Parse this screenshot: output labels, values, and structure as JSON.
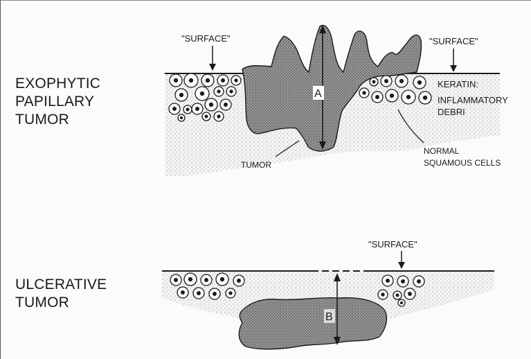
{
  "exophytic": {
    "title": "EXOPHYTIC\nPAPILLARY\nTUMOR",
    "surface_left": "\"SURFACE\"",
    "surface_right": "\"SURFACE\"",
    "keratin": "KERATIN:",
    "inflammatory_1": "INFLAMMATORY",
    "inflammatory_2": "DEBRI",
    "tumor": "TUMOR",
    "normal_1": "NORMAL",
    "normal_2": "SQUAMOUS CELLS",
    "measure": "A"
  },
  "ulcerative": {
    "title": "ULCERATIVE\nTUMOR",
    "surface": "\"SURFACE\"",
    "measure": "B"
  },
  "colors": {
    "ink": "#1a1a1a",
    "stipple": "#9a9a9a",
    "tumor_fill": "#8c8c8c"
  }
}
